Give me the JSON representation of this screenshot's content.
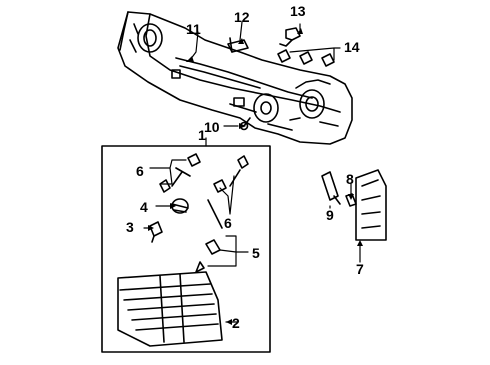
{
  "callouts": {
    "c1": "1",
    "c2": "2",
    "c3": "3",
    "c4": "4",
    "c5": "5",
    "c6a": "6",
    "c6b": "6",
    "c7": "7",
    "c8": "8",
    "c9": "9",
    "c10": "10",
    "c11": "11",
    "c12": "12",
    "c13": "13",
    "c14": "14"
  }
}
